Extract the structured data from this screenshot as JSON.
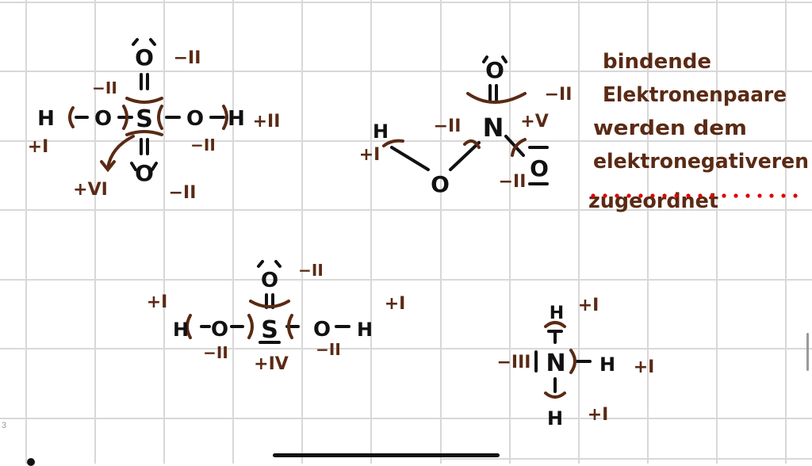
{
  "colors": {
    "grid": "#d8d8d8",
    "ink_black": "#111111",
    "ink_brown": "#5a2a14",
    "dot_red": "#e00000"
  },
  "page_indicator": "3",
  "h2so4": {
    "atoms": {
      "o_top": "O",
      "s": "S",
      "o_bottom": "O",
      "h_left": "H",
      "o_left": "O",
      "o_right": "O",
      "h_right": "H"
    },
    "ox": {
      "o_top": "−II",
      "o_left": "−II",
      "o_right": "−II",
      "o_bottom": "−II",
      "h_left": "+I",
      "h_right": "+II",
      "s": "+VI"
    }
  },
  "hno3": {
    "atoms": {
      "h": "H",
      "o_bridge": "O",
      "n": "N",
      "o_top": "O",
      "o_right": "O"
    },
    "ox": {
      "h": "+I",
      "o_bridge": "−II",
      "n": "+V",
      "o_top": "−II",
      "o_right": "−II"
    }
  },
  "h2so3": {
    "atoms": {
      "o_top": "O",
      "h_left": "H",
      "o_left": "O",
      "s": "S",
      "o_right": "O",
      "h_right": "H"
    },
    "ox": {
      "o_top": "−II",
      "h_left": "+I",
      "h_right": "+I",
      "o_left": "−II",
      "o_right": "−II",
      "s": "+IV"
    }
  },
  "nh3": {
    "atoms": {
      "h_top": "H",
      "n": "N",
      "h_right": "H",
      "h_bottom": "H"
    },
    "ox": {
      "h_top": "+I",
      "n": "−III",
      "h_right": "+I",
      "h_bottom": "+I"
    }
  },
  "note": {
    "lines": [
      "bindende",
      "Elektronenpaare",
      "werden dem",
      "elektronegativeren",
      "zugeordnet"
    ]
  }
}
